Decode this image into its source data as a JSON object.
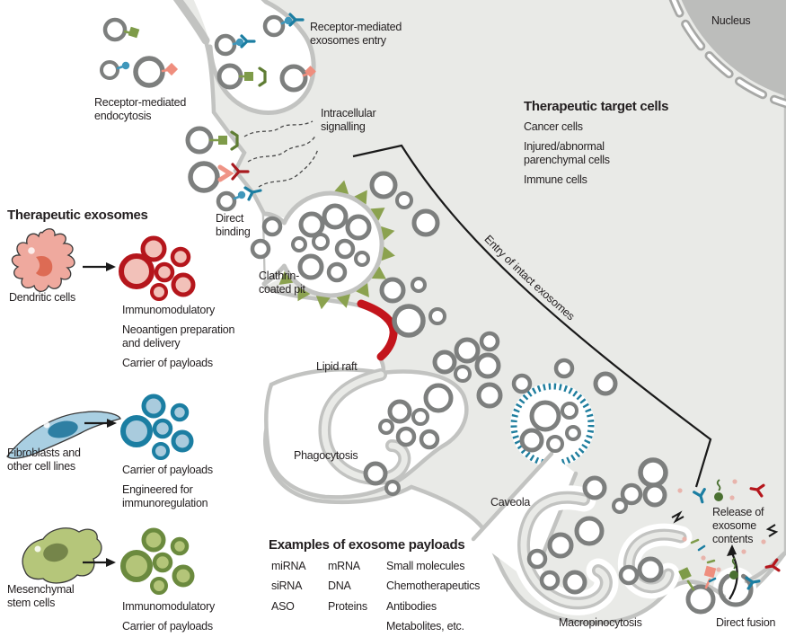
{
  "colors": {
    "cell_fill": "#e9eae7",
    "membrane": "#c2c3c1",
    "exosome_ring": "#7d7f7e",
    "red_exosome": "#b5161c",
    "red_exosome_fill": "#f2c1b9",
    "blue_exosome": "#1b7ea2",
    "blue_exosome_fill": "#a9cbdd",
    "green_exosome": "#6b8a3e",
    "green_exosome_fill": "#b4c579",
    "clathrin": "#8ba24f",
    "lipid_raft": "#c3151c",
    "caveola_coil": "#1f7e9e",
    "nucleus_fill": "#bcbdbb",
    "nucleus_ring": "#a7a8a6",
    "text": "#231f20"
  },
  "labels": {
    "nucleus": "Nucleus",
    "receptor_entry": "Receptor-mediated\nexosomes entry",
    "receptor_endocytosis": "Receptor-mediated\nendocytosis",
    "intracellular_signalling": "Intracellular\nsignalling",
    "direct_binding": "Direct\nbinding",
    "clathrin_pit": "Clathrin-\ncoated pit",
    "lipid_raft": "Lipid raft",
    "phagocytosis": "Phagocytosis",
    "caveola": "Caveola",
    "macropinocytosis": "Macropinocytosis",
    "direct_fusion": "Direct fusion",
    "release_contents": "Release of\nexosome\ncontents",
    "entry_intact": "Entry of intact exosomes"
  },
  "target_cells": {
    "heading": "Therapeutic target cells",
    "items": [
      "Cancer cells",
      "Injured/abnormal\nparenchymal cells",
      "Immune cells"
    ]
  },
  "therapeutic_exosomes": {
    "heading": "Therapeutic exosomes",
    "sources": [
      {
        "cell": "Dendritic cells",
        "functions": [
          "Immunomodulatory",
          "Neoantigen preparation\nand delivery",
          "Carrier of payloads"
        ]
      },
      {
        "cell": "Fibroblasts and\nother cell lines",
        "functions": [
          "Carrier of payloads",
          "Engineered for\nimmunoregulation"
        ]
      },
      {
        "cell": "Mesenchymal\nstem cells",
        "functions": [
          "Immunomodulatory",
          "Carrier of payloads"
        ]
      }
    ]
  },
  "payloads": {
    "heading": "Examples of exosome payloads",
    "columns": [
      [
        "miRNA",
        "siRNA",
        "ASO"
      ],
      [
        "mRNA",
        "DNA",
        "Proteins"
      ],
      [
        "Small molecules",
        "Chemotherapeutics",
        "Antibodies",
        "Metabolites, etc."
      ]
    ]
  }
}
